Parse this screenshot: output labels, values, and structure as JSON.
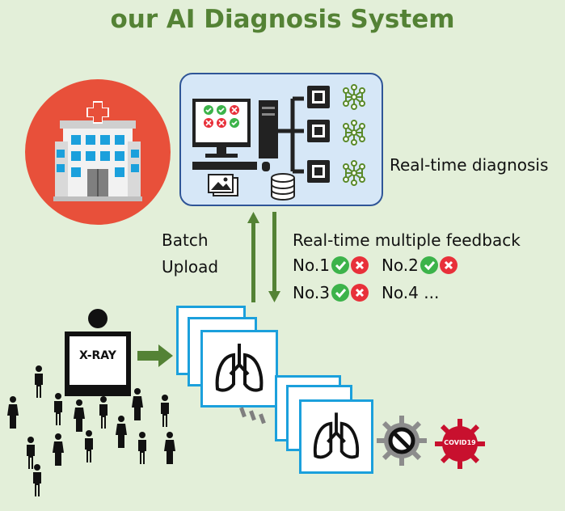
{
  "title": "our AI Diagnosis System",
  "labels": {
    "realtime_diagnosis": "Real-time diagnosis",
    "batch": "Batch",
    "upload": "Upload",
    "feedback_title": "Real-time multiple feedback",
    "xray": "X-RAY",
    "covid": "COVID19"
  },
  "feedback": {
    "no1": "No.1",
    "no2": "No.2",
    "no3": "No.3",
    "no4": "No.4 ..."
  },
  "colors": {
    "background": "#e3efd9",
    "title": "#548235",
    "arrow": "#548235",
    "hospital_circle": "#e8503a",
    "system_box": "#d6e7f7",
    "film_border": "#1ba0dc",
    "check": "#3cb34a",
    "cross": "#e8303a"
  },
  "icons": [
    "hospital-icon",
    "computer-icon",
    "cpu-chip-icon",
    "neural-network-icon",
    "image-icon",
    "database-icon",
    "lung-icon",
    "xray-machine-icon",
    "person-icon",
    "no-sign-icon",
    "virus-icon",
    "check-icon",
    "cross-icon"
  ]
}
